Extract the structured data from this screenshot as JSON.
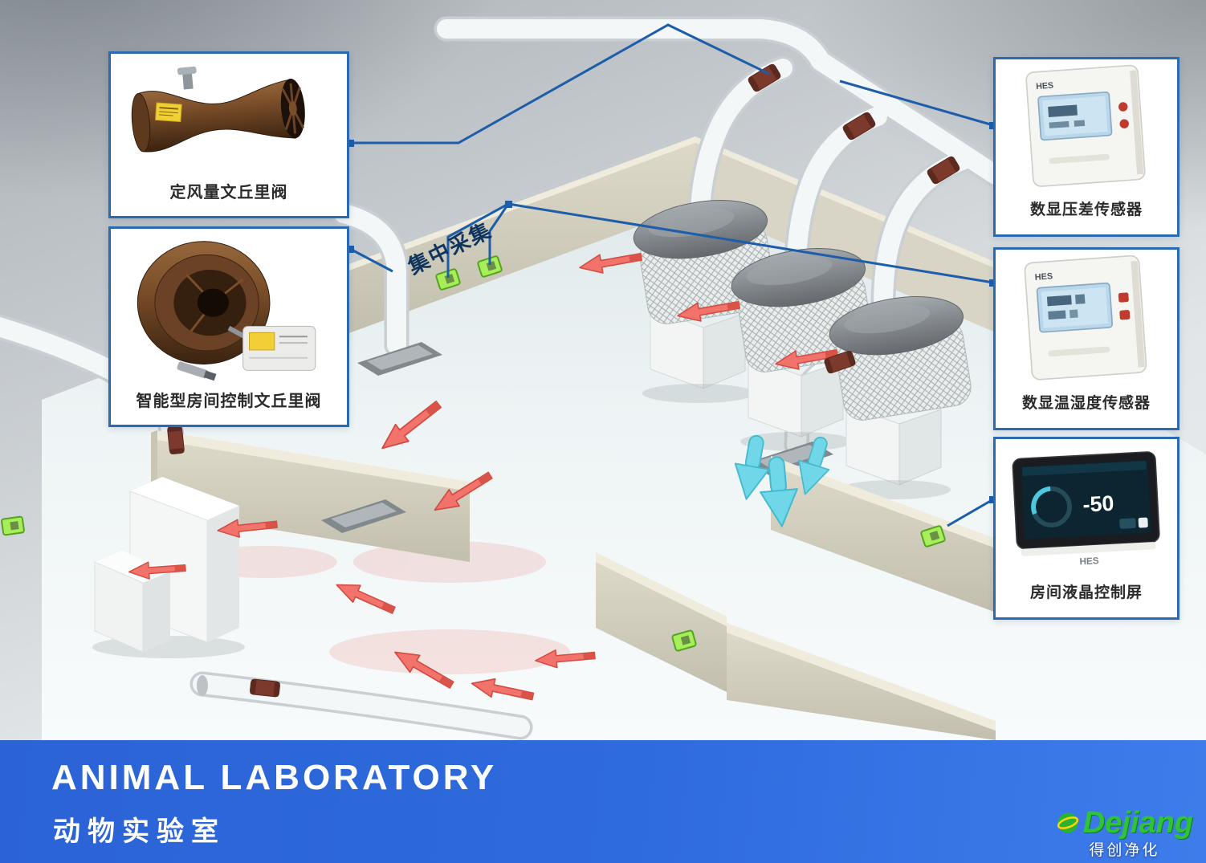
{
  "banner": {
    "title": "ANIMAL LABORATORY",
    "subtitle": "动物实验室"
  },
  "callouts": {
    "cav_valve": {
      "label": "定风量文丘里阀"
    },
    "smart_valve": {
      "label": "智能型房间控制文丘里阀"
    },
    "pressure_sensor": {
      "label": "数显压差传感器"
    },
    "temp_humidity_sensor": {
      "label": "数显温湿度传感器"
    },
    "lcd_panel": {
      "label": "房间液晶控制屏"
    }
  },
  "scene": {
    "collection_label": "集中采集"
  },
  "devices": {
    "brand": "HES",
    "lcd_reading": "-50"
  },
  "logo": {
    "name": "Dejiang",
    "tagline": "得创净化"
  },
  "colors": {
    "accent_blue": "#1d5da9",
    "banner_blue": "#2e6bdd",
    "valve_brown": "#6b4326",
    "arrow_red": "#f2736b",
    "arrow_cyan": "#6fd7e8",
    "sensor_green": "#a6ef58",
    "wall_beige": "#d6d2c2"
  }
}
